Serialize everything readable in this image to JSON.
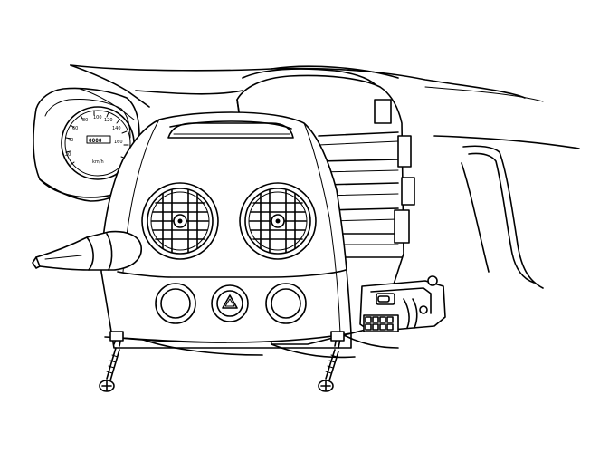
{
  "diagram": {
    "gauge": {
      "tick_labels": [
        "40",
        "60",
        "80",
        "100",
        "120",
        "140",
        "160",
        "20"
      ],
      "odometer": "0000",
      "unit": "km/h"
    },
    "components": [
      {
        "name": "instrument-cluster"
      },
      {
        "name": "left-air-vent"
      },
      {
        "name": "right-air-vent"
      },
      {
        "name": "hazard-switch"
      },
      {
        "name": "left-knob"
      },
      {
        "name": "right-knob"
      },
      {
        "name": "left-screw"
      },
      {
        "name": "right-screw"
      },
      {
        "name": "wiper-stalk"
      },
      {
        "name": "center-bezel"
      },
      {
        "name": "connector-bracket"
      }
    ]
  }
}
